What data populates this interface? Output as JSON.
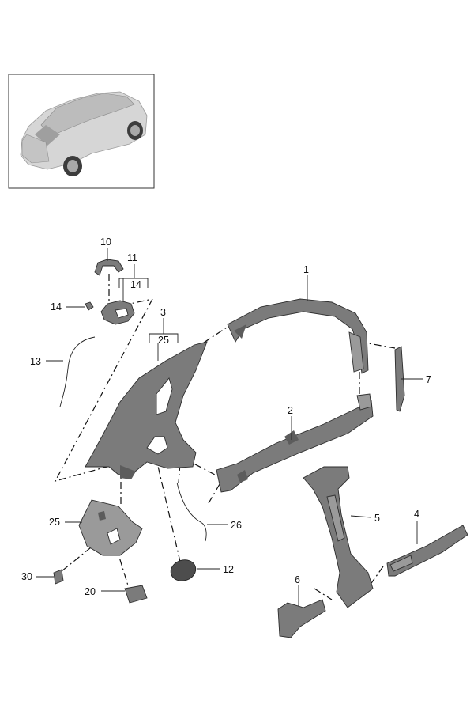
{
  "diagram": {
    "labels": {
      "p1": "1",
      "p2": "2",
      "p3": "3",
      "p4": "4",
      "p5": "5",
      "p6": "6",
      "p7": "7",
      "p10": "10",
      "p11": "11",
      "p11_sub": "14",
      "p12": "12",
      "p13": "13",
      "p14": "14",
      "p3_sub": "25",
      "p20": "20",
      "p25": "25",
      "p26": "26",
      "p30": "30"
    }
  }
}
